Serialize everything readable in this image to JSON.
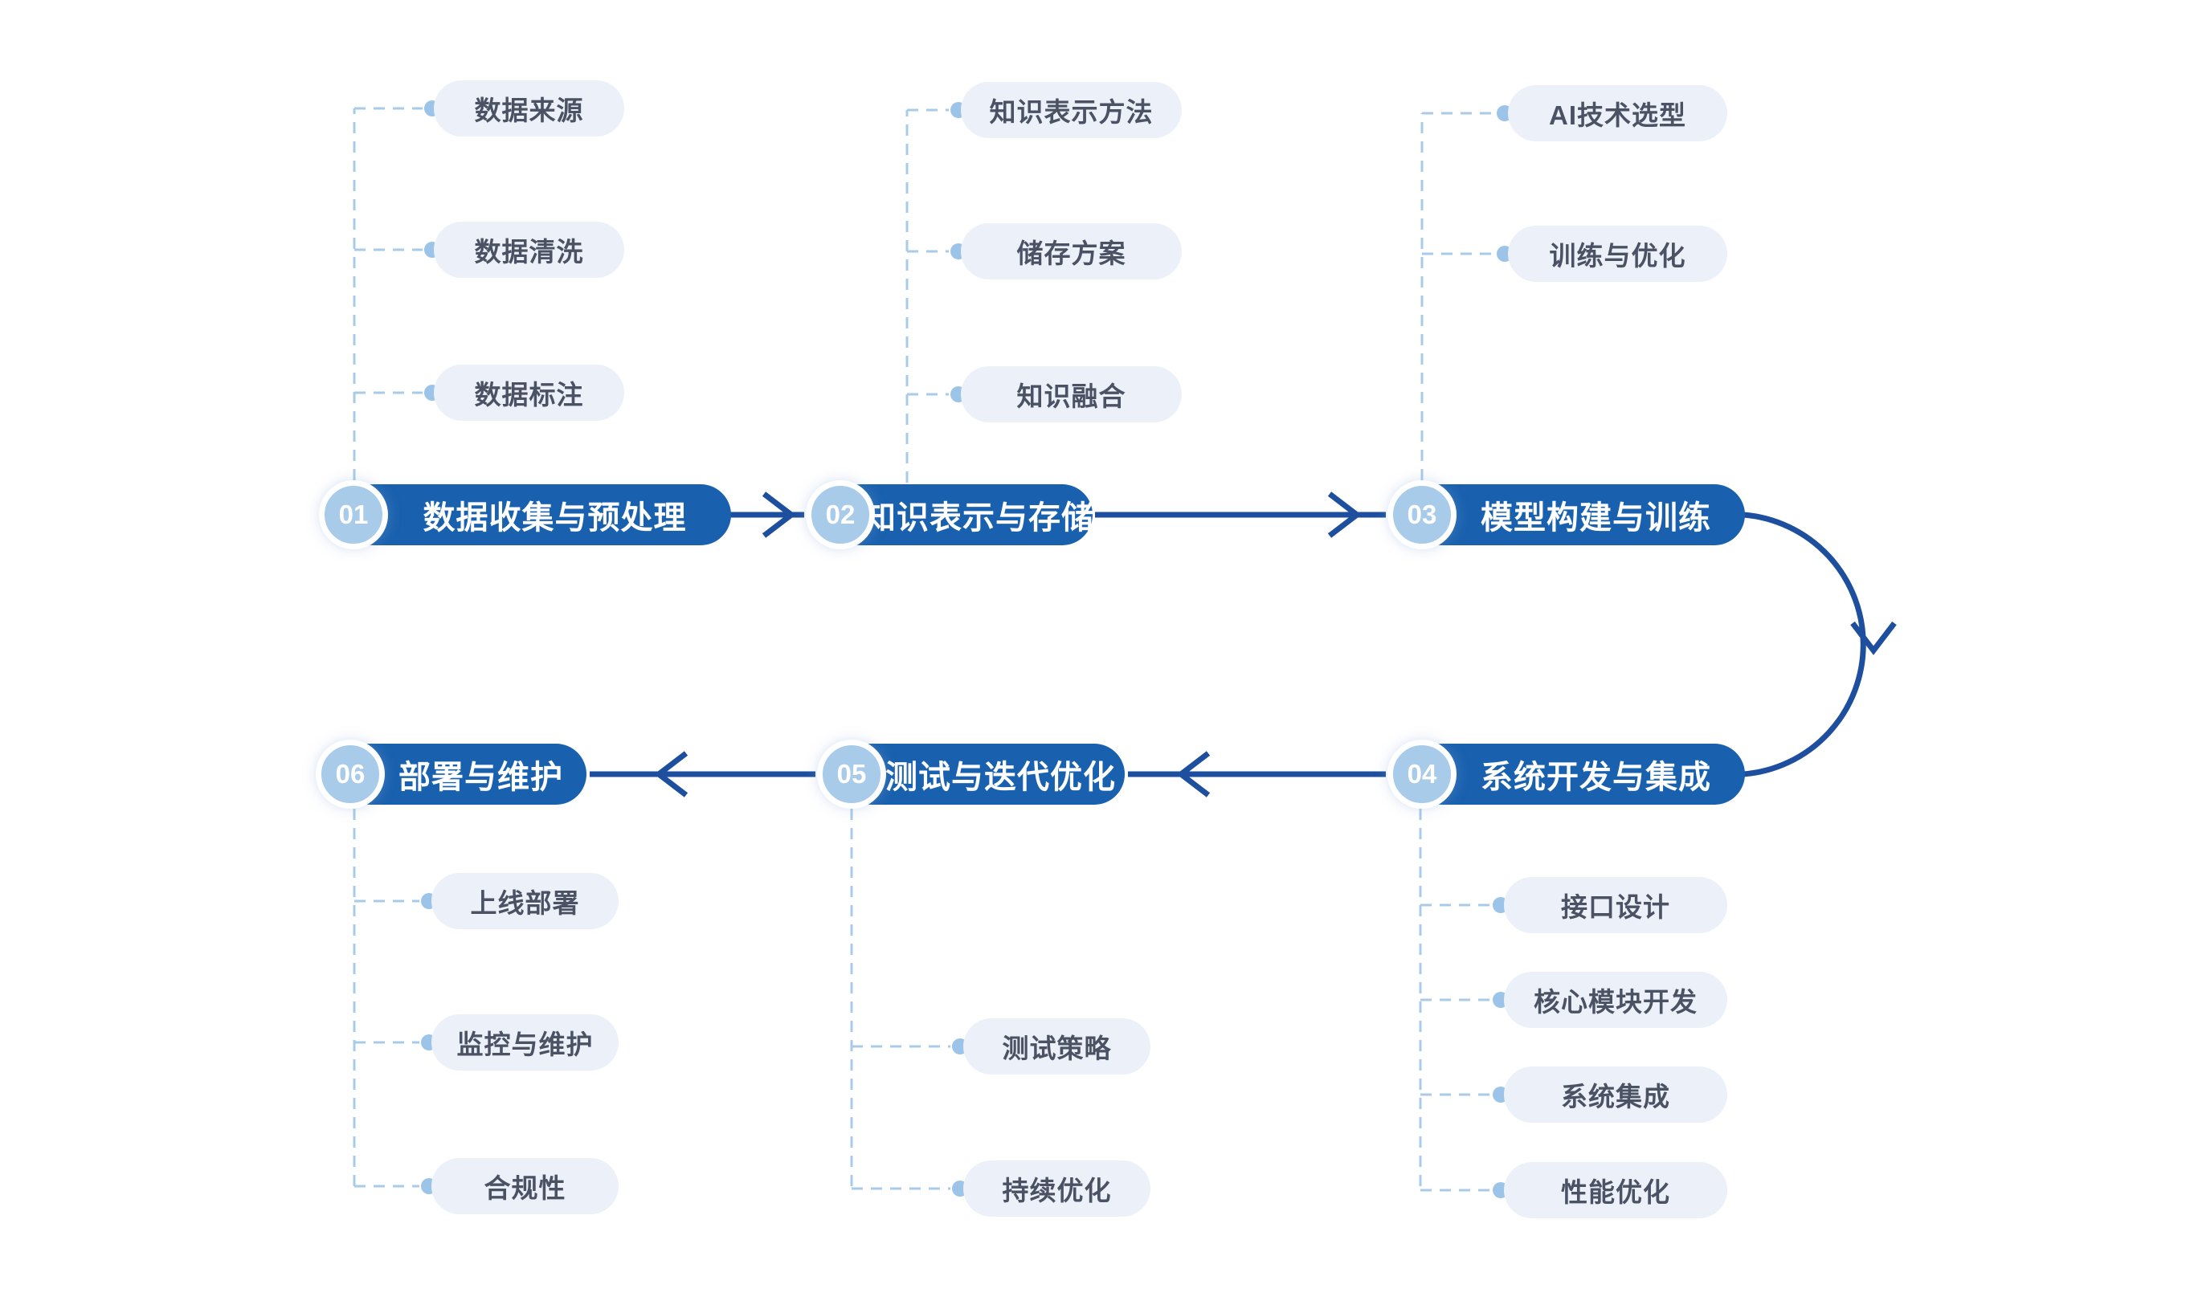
{
  "colors": {
    "canvas_bg": "#FFFFFF",
    "stage_pill": "#1961AE",
    "stage_circle": "#A9CBEA",
    "stage_text": "#FFFFFF",
    "arrow": "#1D4F9E",
    "connector": "#A9CBE9",
    "connector_dot": "#9CC4E8",
    "sub_pill_bg": "#ECF1F9",
    "sub_pill_text": "#4A5264"
  },
  "stages": [
    {
      "number": "01",
      "label": "数据收集与预处理",
      "sub_items": [
        "数据来源",
        "数据清洗",
        "数据标注"
      ]
    },
    {
      "number": "02",
      "label": "知识表示与存储",
      "sub_items": [
        "知识表示方法",
        "储存方案",
        "知识融合"
      ]
    },
    {
      "number": "03",
      "label": "模型构建与训练",
      "sub_items": [
        "AI技术选型",
        "训练与优化"
      ]
    },
    {
      "number": "04",
      "label": "系统开发与集成",
      "sub_items": [
        "接口设计",
        "核心模块开发",
        "系统集成",
        "性能优化"
      ]
    },
    {
      "number": "05",
      "label": "测试与迭代优化",
      "sub_items": [
        "测试策略",
        "持续优化"
      ]
    },
    {
      "number": "06",
      "label": "部署与维护",
      "sub_items": [
        "上线部署",
        "监控与维护",
        "合规性"
      ]
    }
  ]
}
